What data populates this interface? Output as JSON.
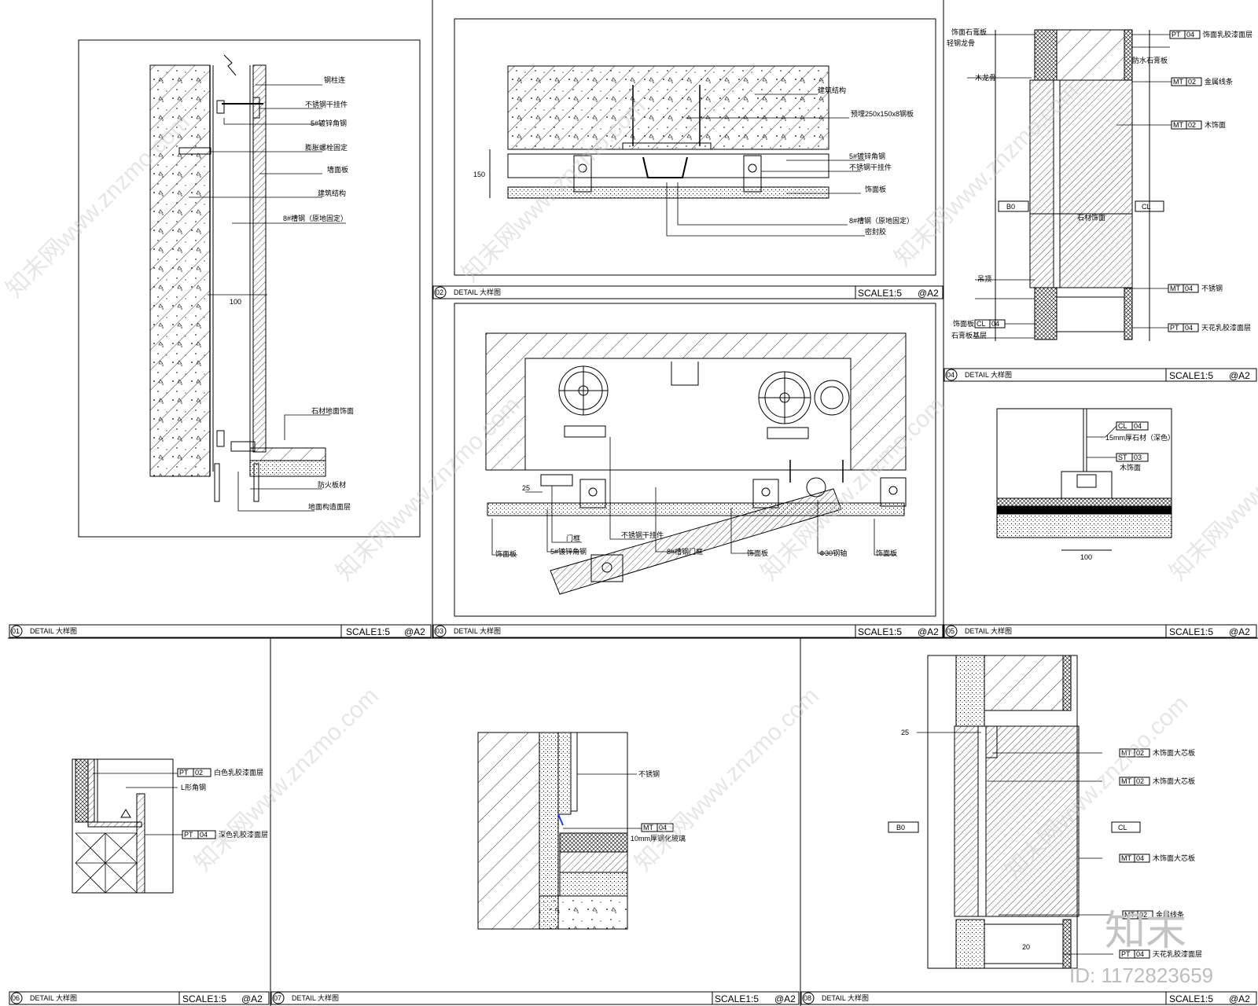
{
  "titleblocks": [
    {
      "num": "01",
      "title": "DETAIL 大样图",
      "scale": "SCALE1:5",
      "sheet": "@A2"
    },
    {
      "num": "02",
      "title": "DETAIL 大样图",
      "scale": "SCALE1:5",
      "sheet": "@A2"
    },
    {
      "num": "03",
      "title": "DETAIL 大样图",
      "scale": "SCALE1:5",
      "sheet": "@A2"
    },
    {
      "num": "04",
      "title": "DETAIL 大样图",
      "scale": "SCALE1:5",
      "sheet": "@A2"
    },
    {
      "num": "05",
      "title": "DETAIL 大样图",
      "scale": "SCALE1:5",
      "sheet": "@A2"
    },
    {
      "num": "06",
      "title": "DETAIL 大样图",
      "scale": "SCALE1:5",
      "sheet": "@A2"
    },
    {
      "num": "07",
      "title": "DETAIL 大样图",
      "scale": "SCALE1:5",
      "sheet": "@A2"
    },
    {
      "num": "08",
      "title": "DETAIL 大样图",
      "scale": "SCALE1:5",
      "sheet": "@A2"
    }
  ],
  "labels": {
    "d01": {
      "a": "钢柱连",
      "b": "不锈钢干挂件",
      "c": "5#镀锌角钢",
      "d": "膨胀螺栓固定",
      "e": "墙面板",
      "f": "建筑结构",
      "g": "8#槽钢（原地固定）",
      "dim": "100",
      "h": "石材地面饰面",
      "i": "防火板材",
      "j": "地面构造面层"
    },
    "d02": {
      "a": "建筑结构",
      "b": "预埋250x150x8钢板",
      "c": "5#镀锌角钢",
      "d": "不锈钢干挂件",
      "e": "饰面板",
      "f": "8#槽钢（原地固定）",
      "g": "密封胶",
      "dim": "150"
    },
    "d03": {
      "a": "25",
      "b": "门框",
      "c": "5#镀锌角钢",
      "d": "不锈钢干挂件",
      "e": "饰面板",
      "f": "8#槽钢门框",
      "g": "饰面板",
      "h": "Φ30钢轴",
      "i": "饰面板"
    },
    "d04": {
      "code1": "PT",
      "code1b": "04",
      "t1": "饰面乳胶漆面层",
      "t1b": "防水石膏板",
      "code2": "MT",
      "code2b": "02",
      "t2": "金属线条",
      "code3": "MT",
      "code3b": "02",
      "t3": "木饰面",
      "code4": "MT",
      "code4b": "04",
      "t4": "不锈钢",
      "code5": "CL",
      "code5b": "04",
      "t5": "饰面板",
      "code6": "PT",
      "code6b": "04",
      "t6": "天花乳胶漆面层",
      "left1": "饰面石膏板",
      "left2": "轻钢龙骨",
      "left3": "木龙骨",
      "left4": "吊顶",
      "left5": "石膏板基层",
      "box1": "B0",
      "box2": "CL",
      "mid": "石材饰面"
    },
    "d05": {
      "code1": "CL",
      "code1b": "04",
      "t1": "15mm厚石材（深色）",
      "code2": "ST",
      "code2b": "03",
      "t2": "木饰面",
      "dim": "100"
    },
    "d06": {
      "code1": "PT",
      "code1b": "02",
      "t1": "白色乳胶漆面层",
      "t1b": "L形角钢",
      "code2": "PT",
      "code2b": "04",
      "t2": "深色乳胶漆面层"
    },
    "d07": {
      "t1": "不锈钢",
      "code1": "MT",
      "code1b": "04",
      "t2": "10mm厚钢化玻璃"
    },
    "d08": {
      "dim": "25",
      "code1": "MT",
      "code1b": "02",
      "t1": "木饰面大芯板",
      "code2": "MT",
      "code2b": "02",
      "t2": "木饰面大芯板",
      "code3": "MT",
      "code3b": "04",
      "t3": "木饰面大芯板",
      "code4": "MT",
      "code4b": "02",
      "t4": "金属线条",
      "code5": "PT",
      "code5b": "04",
      "t5": "天花乳胶漆面层",
      "box1": "B0",
      "box2": "CL",
      "dim2": "20"
    }
  },
  "watermarks": {
    "site": "知末网www.znzmo.com",
    "brand": "知末",
    "id": "ID: 1172823659"
  }
}
